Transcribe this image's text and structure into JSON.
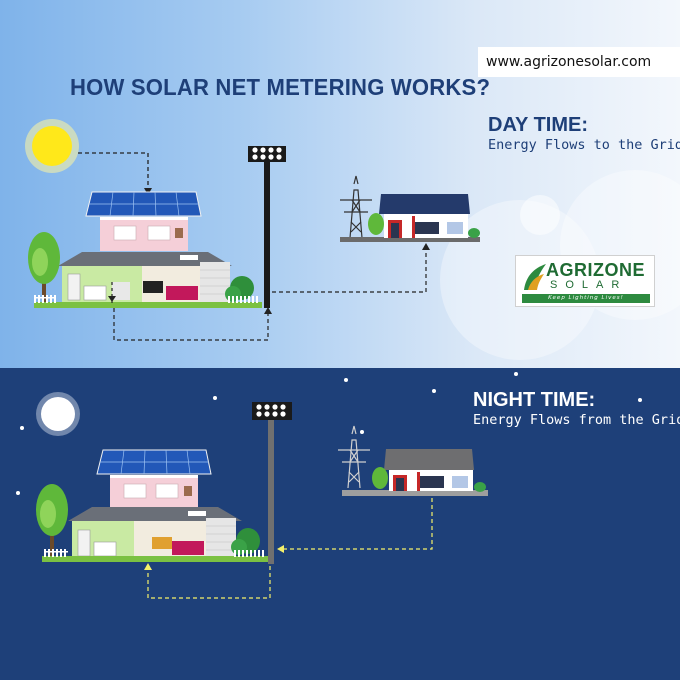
{
  "website": "www.agrizonesolar.com",
  "title": "HOW SOLAR NET METERING WORKS?",
  "day": {
    "heading": "DAY TIME:",
    "subtitle": "Energy Flows to the Grid"
  },
  "night": {
    "heading": "NIGHT TIME:",
    "subtitle": "Energy Flows from the Grid"
  },
  "logo": {
    "name_line1": "AGRIZONE",
    "name_line2": "SOLAR",
    "tagline": "Keep Lighting Lives!"
  },
  "colors": {
    "title_navy": "#1e3f78",
    "night_bg": "#1e4079",
    "brand_green": "#1f6b33",
    "sun": "#ffe81a"
  }
}
